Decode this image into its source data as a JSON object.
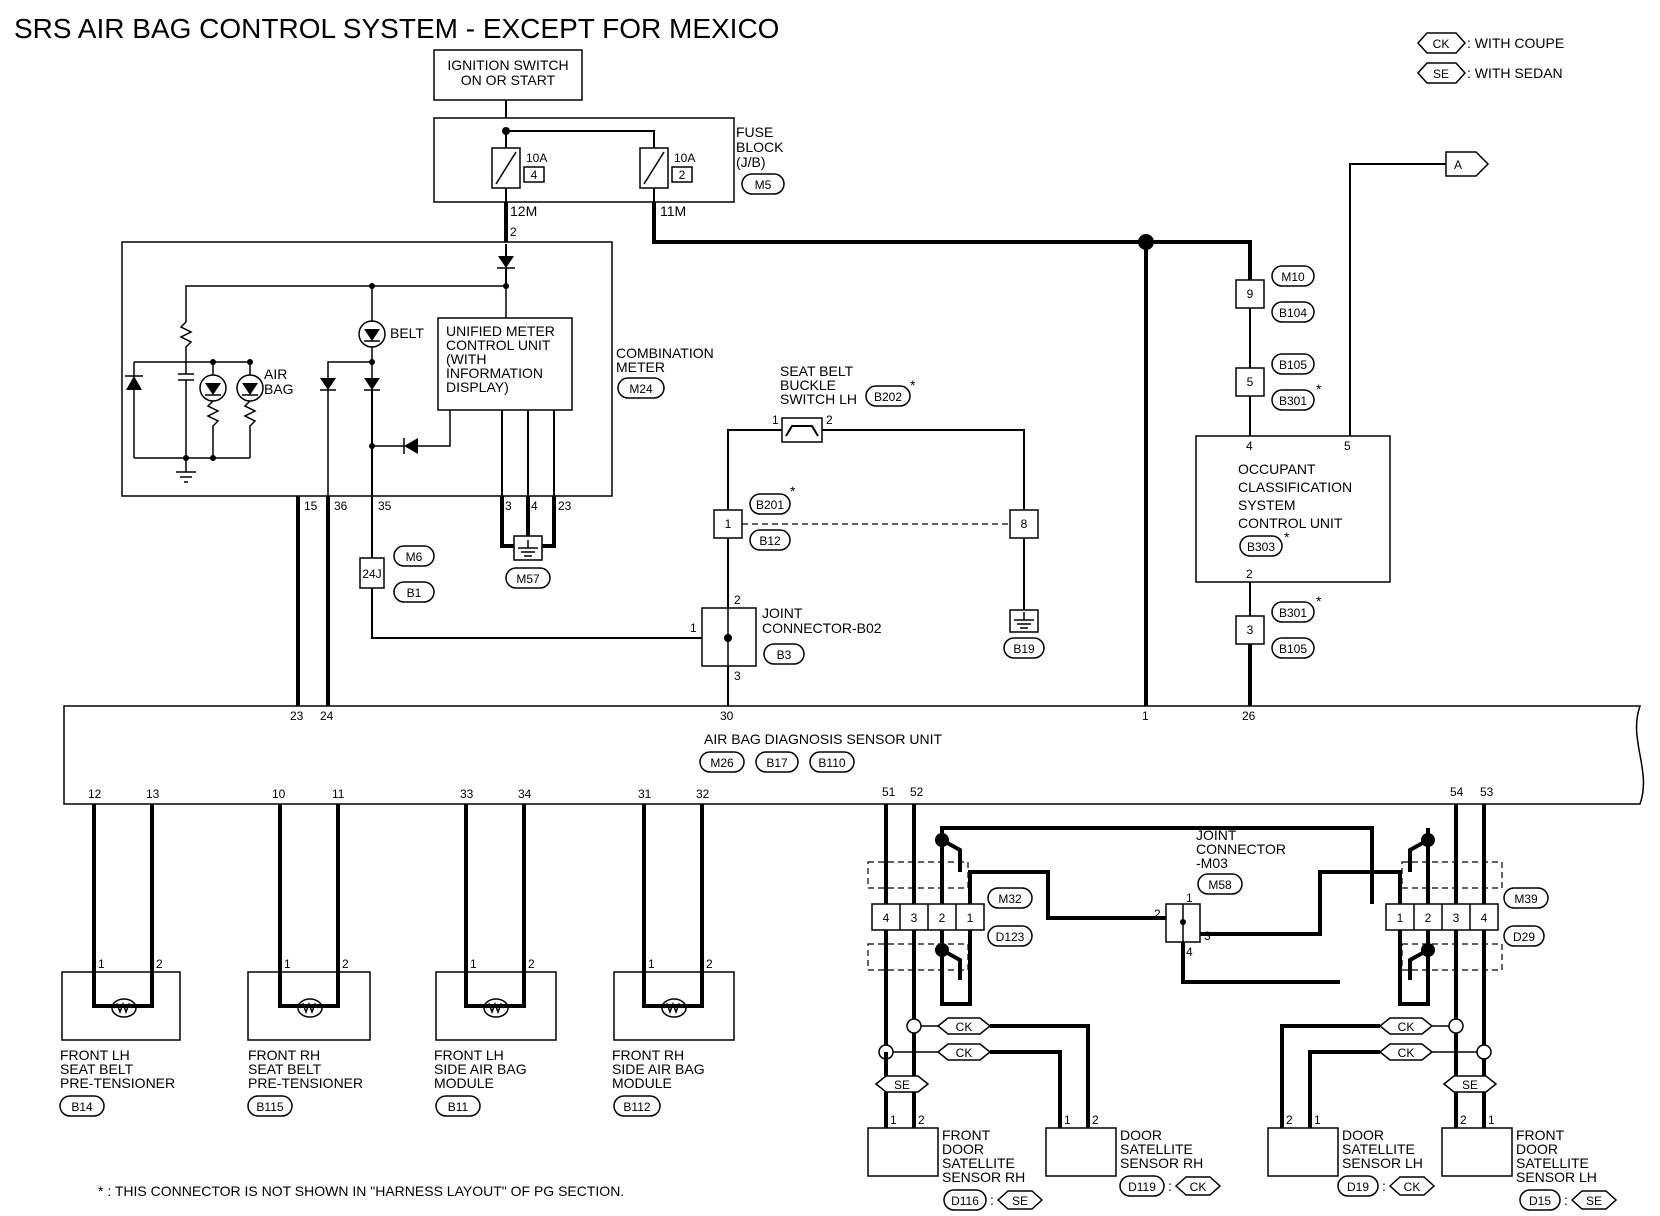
{
  "title": "SRS AIR BAG CONTROL SYSTEM - EXCEPT FOR MEXICO",
  "legend": [
    {
      "tag": "CK",
      "text": ": WITH COUPE"
    },
    {
      "tag": "SE",
      "text": ": WITH SEDAN"
    }
  ],
  "off_page_ref": "A",
  "ignition": {
    "line1": "IGNITION SWITCH",
    "line2": "ON OR START"
  },
  "fuse_block": {
    "label_lines": [
      "FUSE",
      "BLOCK",
      "(J/B)"
    ],
    "connector": "M5",
    "fuses": [
      {
        "amp": "10A",
        "num": "4",
        "terminal": "12M"
      },
      {
        "amp": "10A",
        "num": "2",
        "terminal": "11M"
      }
    ]
  },
  "combination_meter": {
    "label_lines": [
      "COMBINATION",
      "METER"
    ],
    "connector": "M24",
    "unit_lines": [
      "UNIFIED METER",
      "CONTROL UNIT",
      "(WITH",
      "INFORMATION",
      "DISPLAY)"
    ],
    "belt": "BELT",
    "airbag_lines": [
      "AIR",
      "BAG"
    ],
    "pin_in": "2",
    "pins": [
      "15",
      "36",
      "35",
      "3",
      "4",
      "23"
    ],
    "ground": "M57"
  },
  "inline_24j": {
    "pin": "24J",
    "conn_a": "M6",
    "conn_b": "B1"
  },
  "seat_belt_switch": {
    "label_lines": [
      "SEAT BELT",
      "BUCKLE",
      "SWITCH LH"
    ],
    "connector": "B202",
    "star": "*",
    "pin1": "1",
    "pin2": "2",
    "inline_pin": "1",
    "inline_conn_a": "B201",
    "inline_conn_b": "B12",
    "ground_pin": "8",
    "ground": "B19"
  },
  "joint_b02": {
    "label_lines": [
      "JOINT",
      "CONNECTOR-B02"
    ],
    "connector": "B3",
    "pins": [
      "1",
      "2",
      "3"
    ]
  },
  "harness_m10": {
    "pin": "9",
    "conn_a": "M10",
    "conn_b": "B104"
  },
  "harness_b105": {
    "pin": "5",
    "conn_a": "B105",
    "conn_b": "B301"
  },
  "occupant_unit": {
    "label_lines": [
      "OCCUPANT",
      "CLASSIFICATION",
      "SYSTEM",
      "CONTROL UNIT"
    ],
    "connector": "B303",
    "pin4": "4",
    "pin5": "5",
    "pin2": "2"
  },
  "harness_lower": {
    "pin": "3",
    "conn_a": "B301",
    "conn_b": "B105"
  },
  "sensor_unit": {
    "label": "AIR BAG DIAGNOSIS SENSOR UNIT",
    "connectors": [
      "M26",
      "B17",
      "B110"
    ],
    "top_pins": [
      "23",
      "24",
      "30",
      "1",
      "26"
    ],
    "bottom_pins": [
      "12",
      "13",
      "10",
      "11",
      "33",
      "34",
      "31",
      "32",
      "51",
      "52",
      "54",
      "53"
    ]
  },
  "loads": [
    {
      "lines": [
        "FRONT LH",
        "SEAT BELT",
        "PRE-TENSIONER"
      ],
      "connector": "B14"
    },
    {
      "lines": [
        "FRONT RH",
        "SEAT BELT",
        "PRE-TENSIONER"
      ],
      "connector": "B115"
    },
    {
      "lines": [
        "FRONT LH",
        "SIDE AIR BAG",
        "MODULE"
      ],
      "connector": "B11"
    },
    {
      "lines": [
        "FRONT RH",
        "SIDE AIR BAG",
        "MODULE"
      ],
      "connector": "B112"
    }
  ],
  "joint_m03": {
    "label_lines": [
      "JOINT",
      "CONNECTOR",
      "-M03"
    ],
    "connector": "M58",
    "pins": [
      "1",
      "2",
      "3",
      "4"
    ]
  },
  "conn_m32": {
    "pins": [
      "4",
      "3",
      "2",
      "1"
    ],
    "conn_a": "M32",
    "conn_b": "D123"
  },
  "conn_m39": {
    "pins": [
      "1",
      "2",
      "3",
      "4"
    ],
    "conn_a": "M39",
    "conn_b": "D29"
  },
  "sensors": [
    {
      "lines": [
        "FRONT",
        "DOOR",
        "SATELLITE",
        "SENSOR RH"
      ],
      "connector": "D116",
      "variant": "SE",
      "pins": [
        "1",
        "2"
      ]
    },
    {
      "lines": [
        "DOOR",
        "SATELLITE",
        "SENSOR RH"
      ],
      "connector": "D119",
      "variant": "CK",
      "pins": [
        "1",
        "2"
      ]
    },
    {
      "lines": [
        "DOOR",
        "SATELLITE",
        "SENSOR LH"
      ],
      "connector": "D19",
      "variant": "CK",
      "pins": [
        "2",
        "1"
      ]
    },
    {
      "lines": [
        "FRONT",
        "DOOR",
        "SATELLITE",
        "SENSOR LH"
      ],
      "connector": "D15",
      "variant": "SE",
      "pins": [
        "2",
        "1"
      ]
    }
  ],
  "variant_tags": {
    "ck": "CK",
    "se": "SE"
  },
  "footnote": "* : THIS CONNECTOR IS NOT SHOWN IN \"HARNESS LAYOUT\" OF PG SECTION."
}
